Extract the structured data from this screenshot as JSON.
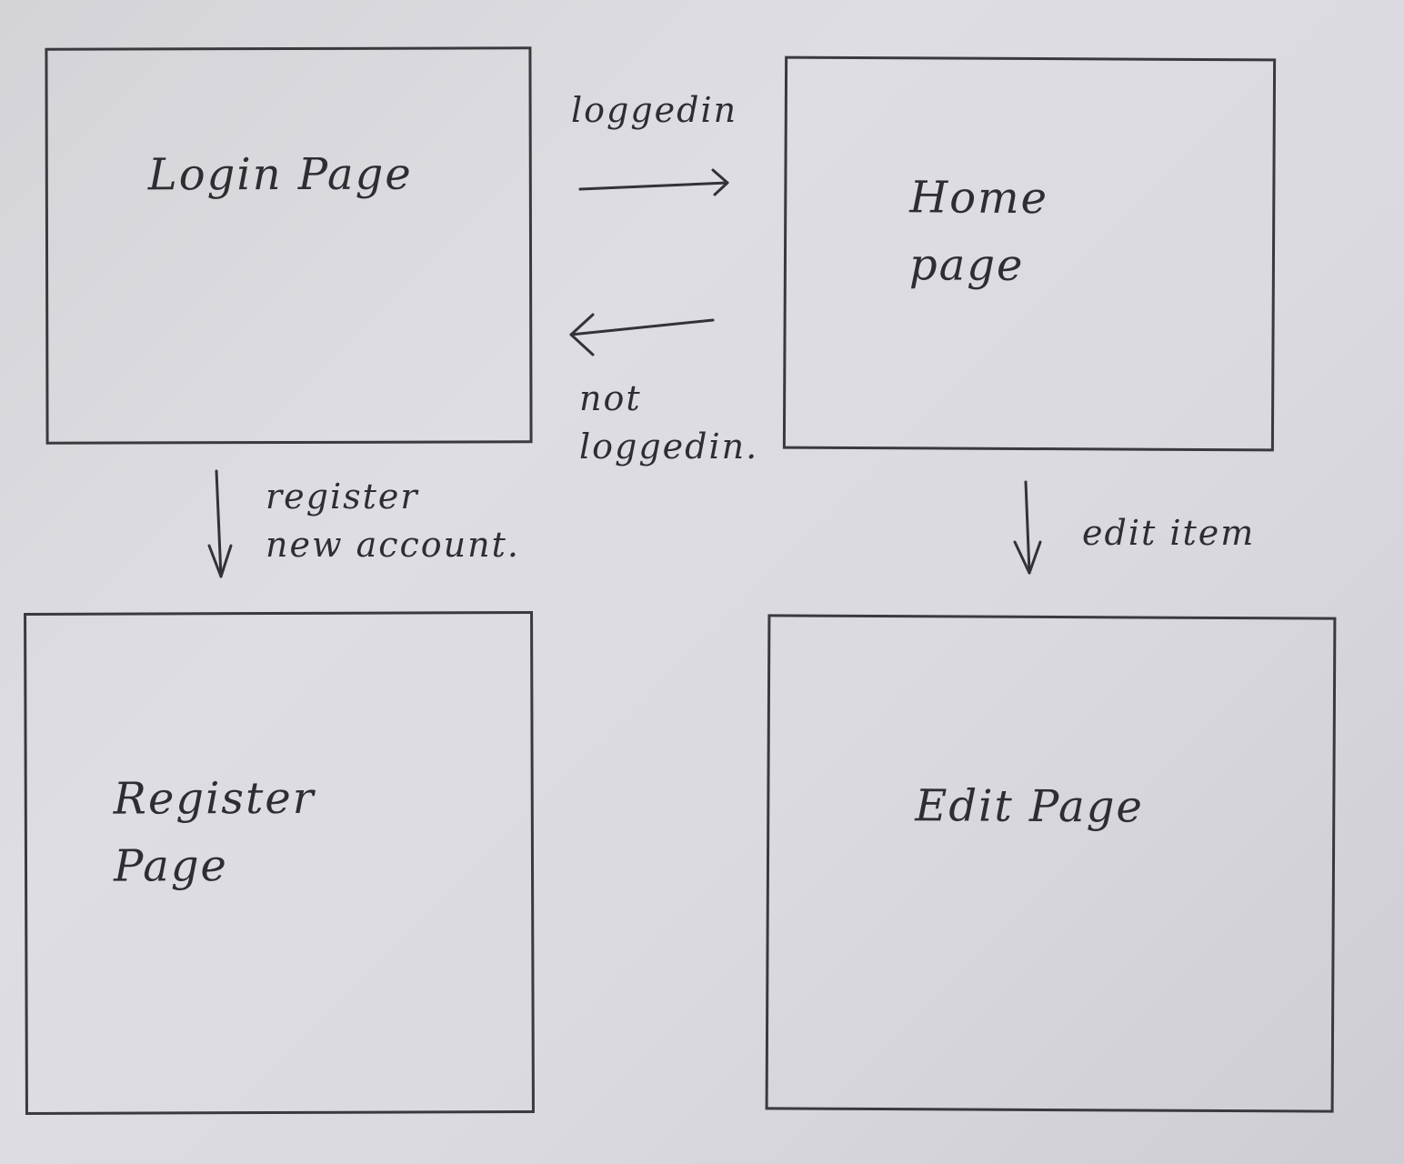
{
  "boxes": {
    "login": {
      "label": "Login Page"
    },
    "home": {
      "label": "Home\npage"
    },
    "register": {
      "label": "Register\nPage"
    },
    "edit": {
      "label": "Edit Page"
    }
  },
  "transitions": {
    "login_to_home": {
      "label": "loggedin"
    },
    "home_to_login": {
      "label": "not\nloggedin."
    },
    "login_to_register": {
      "label": "register\nnew account."
    },
    "home_to_edit": {
      "label": "edit item"
    }
  }
}
